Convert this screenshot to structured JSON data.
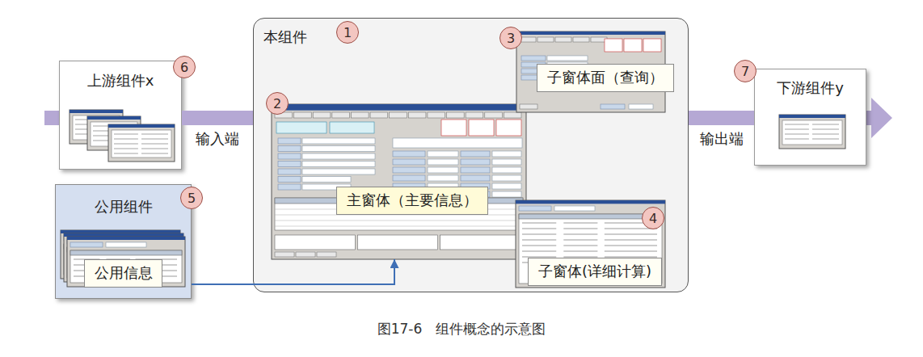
{
  "diagram": {
    "caption": "图17-6　组件概念的示意图",
    "nodes": [
      {
        "text": [
          "上游组件x"
        ]
      },
      {
        "text": [
          "本组件"
        ]
      },
      {
        "text": [
          "主窗体（主要信息）"
        ],
        "in": 1
      },
      {
        "text": [
          "子窗体面（查询）"
        ],
        "in": 1
      },
      {
        "text": [
          "子窗体(详细计算)"
        ],
        "in": 1
      },
      {
        "text": [
          "下游组件y"
        ]
      },
      {
        "text": [
          "公用组件"
        ]
      },
      {
        "text": [
          "公用信息"
        ],
        "in": 6
      }
    ],
    "edges": [
      {
        "from": 0,
        "to": 1,
        "arrow": "none",
        "label": "输入端"
      },
      {
        "from": 1,
        "to": 5,
        "arrow": "none",
        "label": "输出端"
      },
      {
        "from": 6,
        "to": 2,
        "arrow": "to"
      }
    ],
    "labels": [
      "1",
      "2",
      "3",
      "4",
      "5",
      "6",
      "7"
    ]
  }
}
